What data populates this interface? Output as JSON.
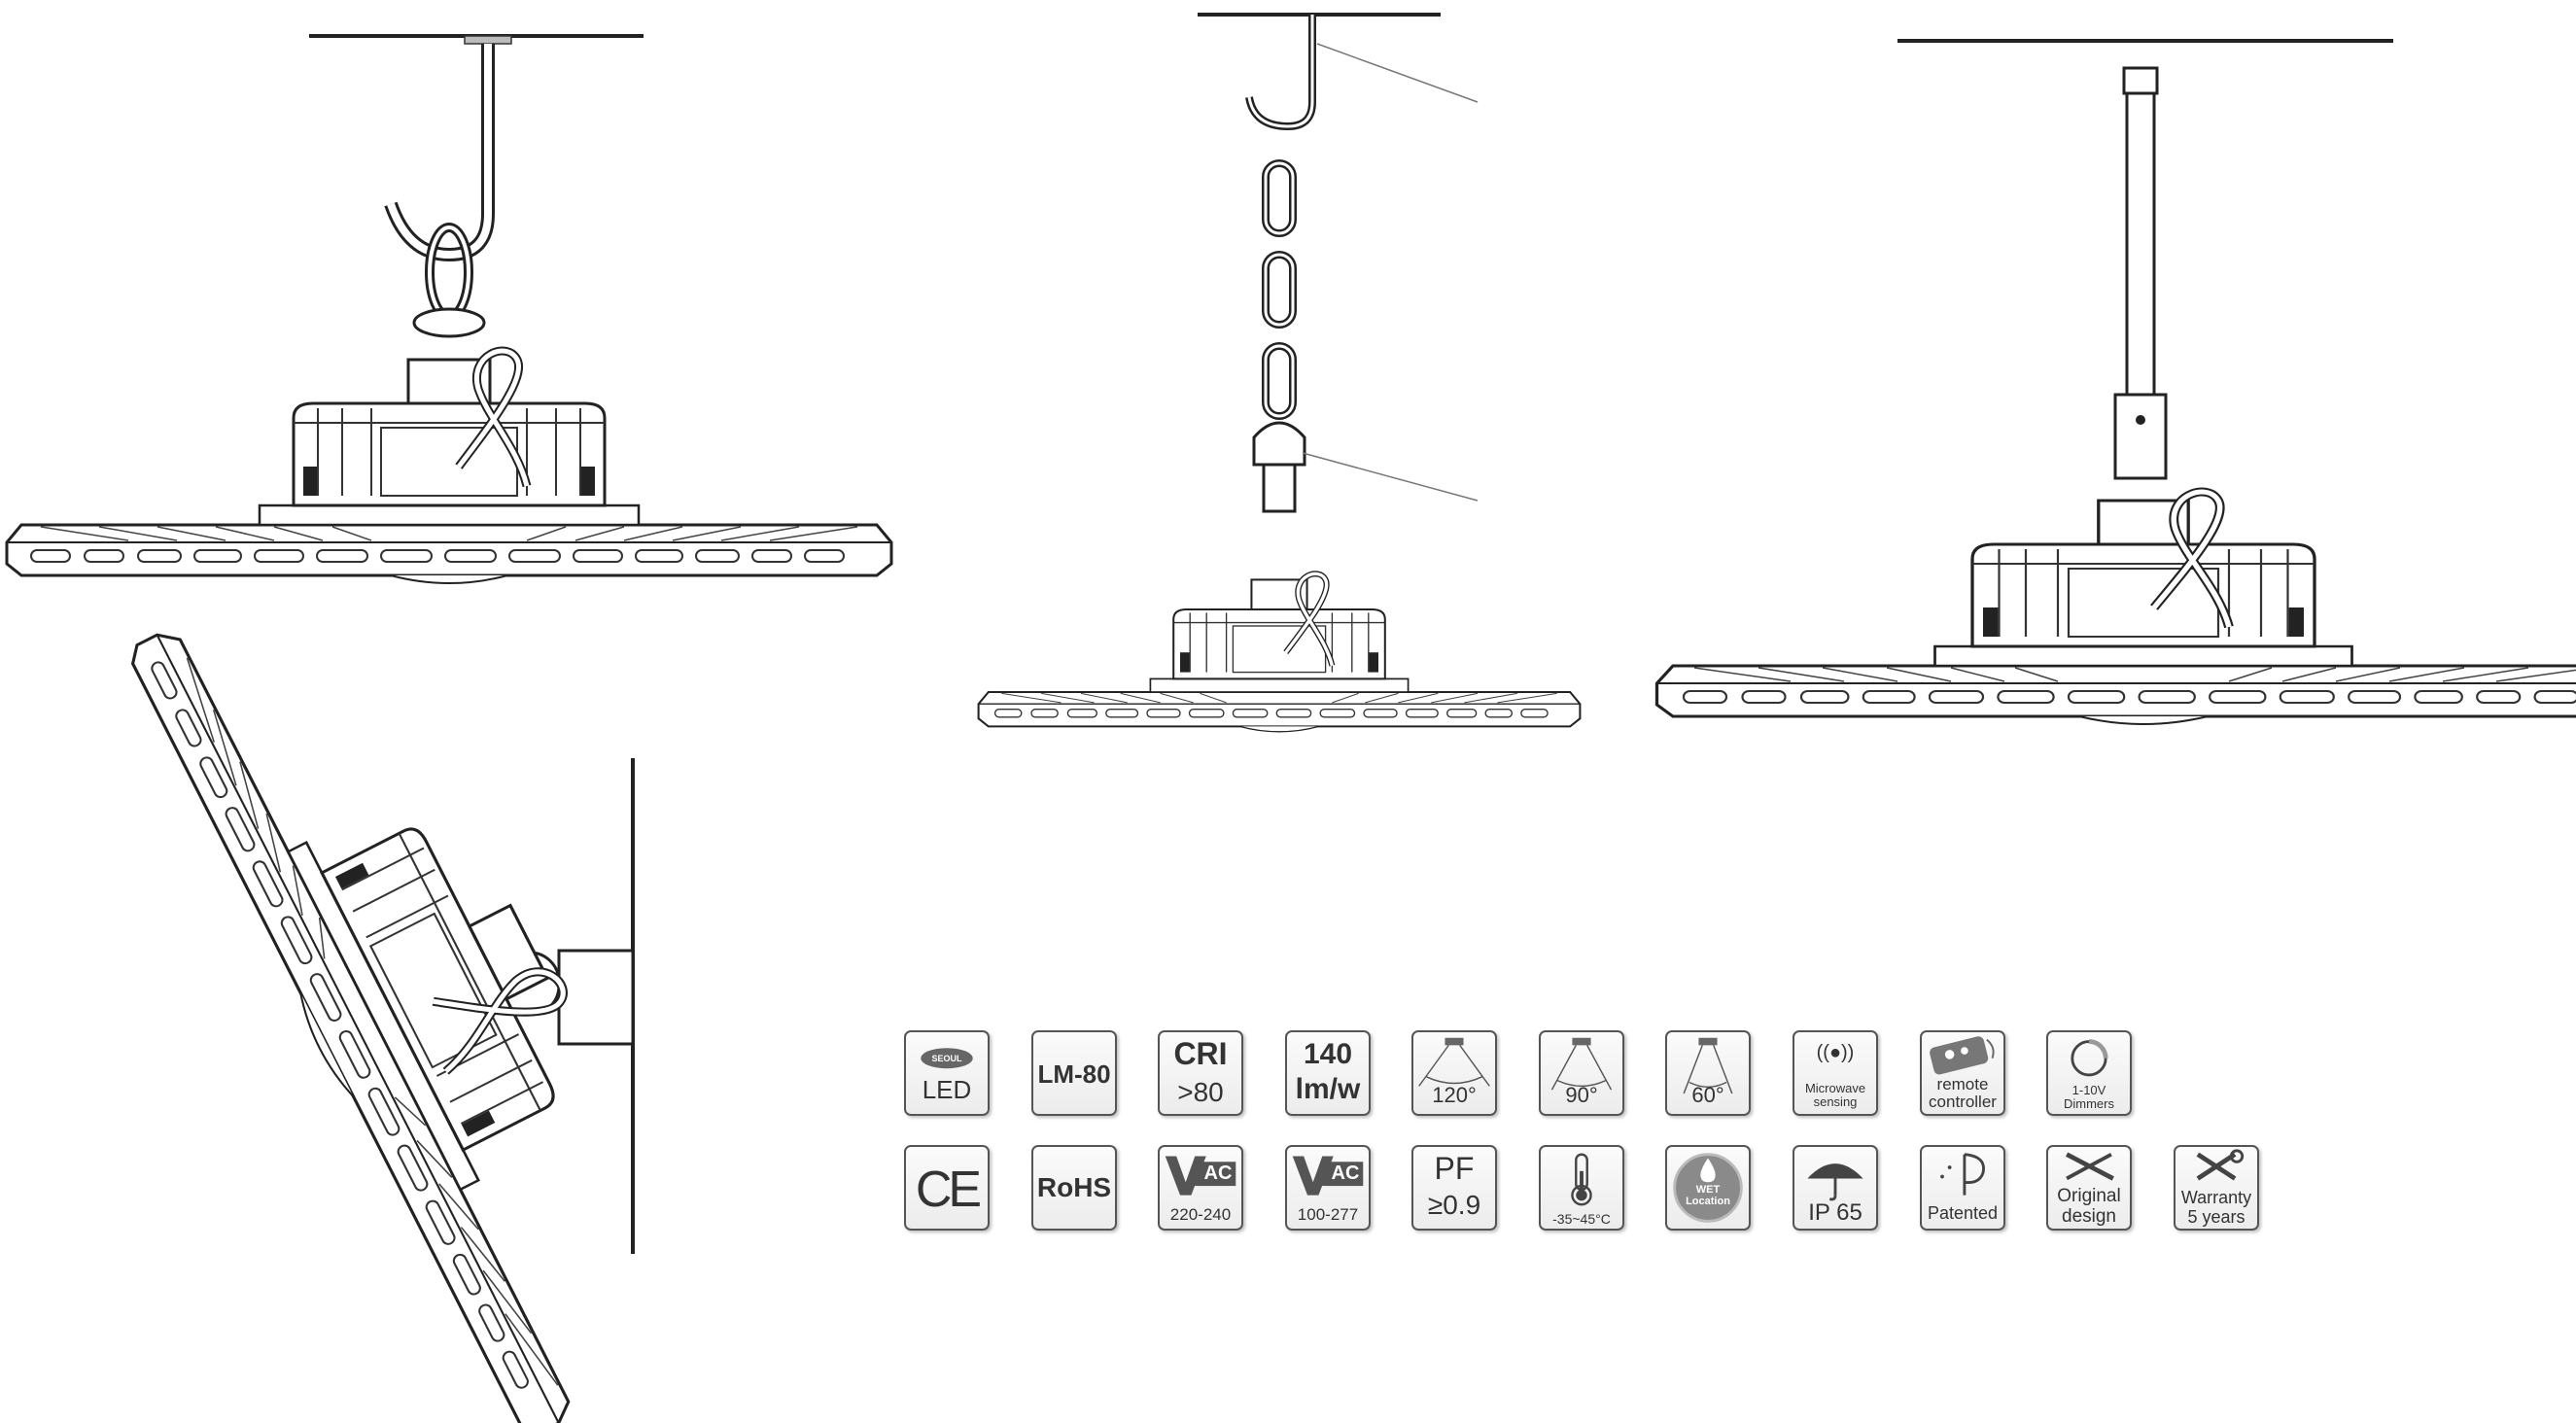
{
  "icons": {
    "row1": [
      {
        "id": "seoul-led",
        "badge": "SEOUL",
        "label": "LED"
      },
      {
        "id": "lm80",
        "label": "LM-80"
      },
      {
        "id": "cri",
        "line1": "CRI",
        "line2": ">80"
      },
      {
        "id": "efficacy",
        "line1": "140",
        "line2": "lm/w"
      },
      {
        "id": "beam-120",
        "label": "120°"
      },
      {
        "id": "beam-90",
        "label": "90°"
      },
      {
        "id": "beam-60",
        "label": "60°"
      },
      {
        "id": "microwave",
        "glyph": "((●))",
        "line1": "Microwave",
        "line2": "sensing"
      },
      {
        "id": "remote",
        "line1": "remote",
        "line2": "controller"
      },
      {
        "id": "dimmer",
        "label": "1-10V",
        "label2": "Dimmers"
      }
    ],
    "row2": [
      {
        "id": "ce",
        "label": "CE"
      },
      {
        "id": "rohs",
        "label": "RoHS"
      },
      {
        "id": "vac-220",
        "badge": "AC",
        "label": "220-240"
      },
      {
        "id": "vac-100",
        "badge": "AC",
        "label": "100-277"
      },
      {
        "id": "pf",
        "line1": "PF",
        "line2": "≥0.9"
      },
      {
        "id": "temperature",
        "label": "-35~45°C"
      },
      {
        "id": "wet-location",
        "line1": "WET",
        "line2": "Location"
      },
      {
        "id": "ip65",
        "label": "IP 65"
      },
      {
        "id": "patented",
        "label": "Patented"
      },
      {
        "id": "original-design",
        "line1": "Original",
        "line2": "design"
      },
      {
        "id": "warranty",
        "line1": "Warranty",
        "line2": "5 years"
      }
    ]
  }
}
